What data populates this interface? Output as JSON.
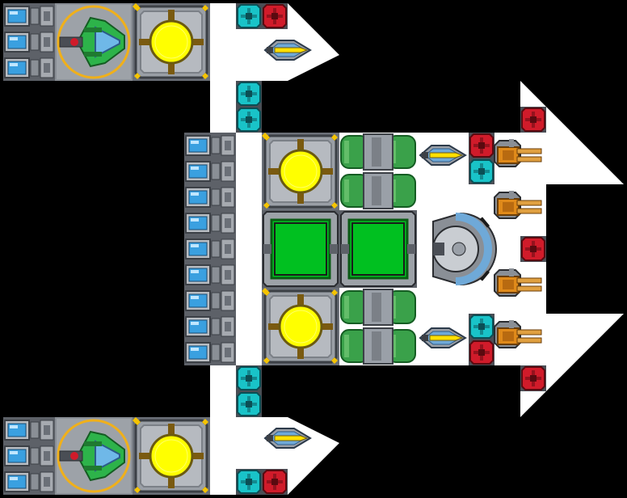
{
  "view": "ship-blueprint",
  "hull_color": "#ffffff",
  "background_color": "#000000",
  "colors": {
    "armor": "#8a8f96",
    "armor_dark": "#4a4e55",
    "reactor_core": "#ffff00",
    "hull_frame": "#c9ad6b",
    "cockpit_green": "#2db34a",
    "cargo_green": "#00c020",
    "tank_green": "#3aa14a",
    "engine_blue": "#3aa0e0",
    "shield_cyan": "#19c3c8",
    "weapon_red": "#d01b2a",
    "gun_orange": "#e08a1a",
    "turret_blue": "#6fa9d8"
  },
  "modules": [
    {
      "kind": "thruster-bank",
      "icon": "engine-icon",
      "count": 3
    },
    {
      "kind": "cockpit",
      "icon": "cockpit-icon"
    },
    {
      "kind": "reactor",
      "icon": "reactor-icon"
    },
    {
      "kind": "shield-node",
      "icon": "shield-node-icon"
    },
    {
      "kind": "weapon-node",
      "icon": "weapon-node-icon"
    },
    {
      "kind": "missile-launcher",
      "icon": "missile-icon"
    },
    {
      "kind": "fuel-tank",
      "icon": "fuel-tank-icon"
    },
    {
      "kind": "cargo-hold",
      "icon": "cargo-icon"
    },
    {
      "kind": "shield-dome",
      "icon": "shield-dome-icon"
    },
    {
      "kind": "gun-turret",
      "icon": "gun-turret-icon"
    },
    {
      "kind": "thruster-bank",
      "icon": "engine-icon",
      "count": 9
    }
  ]
}
